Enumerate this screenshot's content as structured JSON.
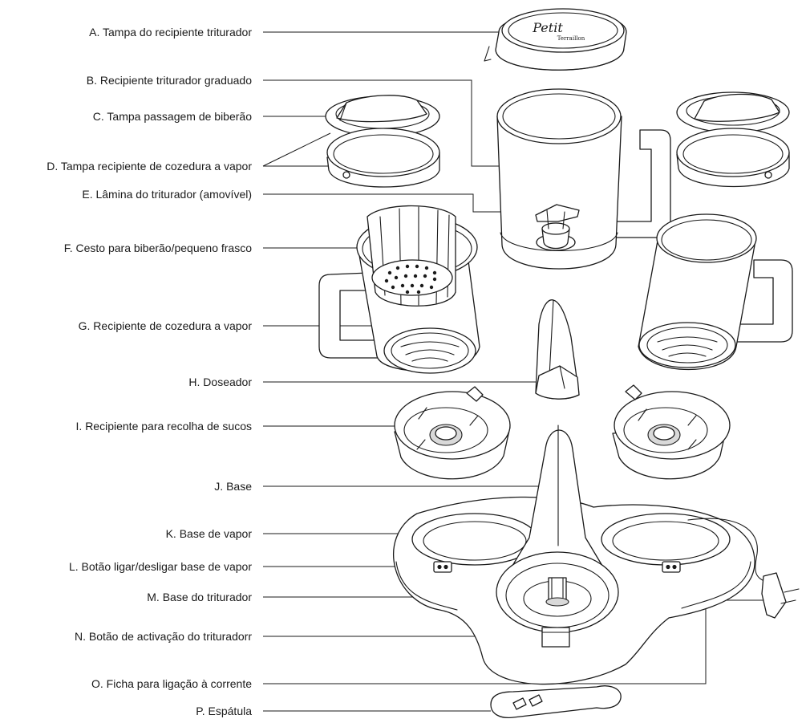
{
  "labels": [
    {
      "letter": "A",
      "text": "A. Tampa do recipiente triturador"
    },
    {
      "letter": "B",
      "text": "B. Recipiente triturador graduado"
    },
    {
      "letter": "C",
      "text": "C. Tampa passagem de biberão"
    },
    {
      "letter": "D",
      "text": "D. Tampa recipiente de cozedura a vapor"
    },
    {
      "letter": "E",
      "text": "E. Lâmina do triturador (amovível)"
    },
    {
      "letter": "F",
      "text": "F. Cesto para biberão/pequeno frasco"
    },
    {
      "letter": "G",
      "text": "G. Recipiente de cozedura a vapor"
    },
    {
      "letter": "H",
      "text": "H. Doseador"
    },
    {
      "letter": "I",
      "text": "I. Recipiente para recolha de sucos"
    },
    {
      "letter": "J",
      "text": "J. Base"
    },
    {
      "letter": "K",
      "text": "K. Base de vapor"
    },
    {
      "letter": "L",
      "text": "L. Botão ligar/desligar base de vapor"
    },
    {
      "letter": "M",
      "text": "M. Base do triturador"
    },
    {
      "letter": "N",
      "text": "N. Botão de activação do trituradorr"
    },
    {
      "letter": "O",
      "text": "O. Ficha para ligação à corrente"
    },
    {
      "letter": "P",
      "text": "P. Espátula"
    }
  ],
  "brand": {
    "line1": "Petit",
    "line2": "Terraillon"
  }
}
